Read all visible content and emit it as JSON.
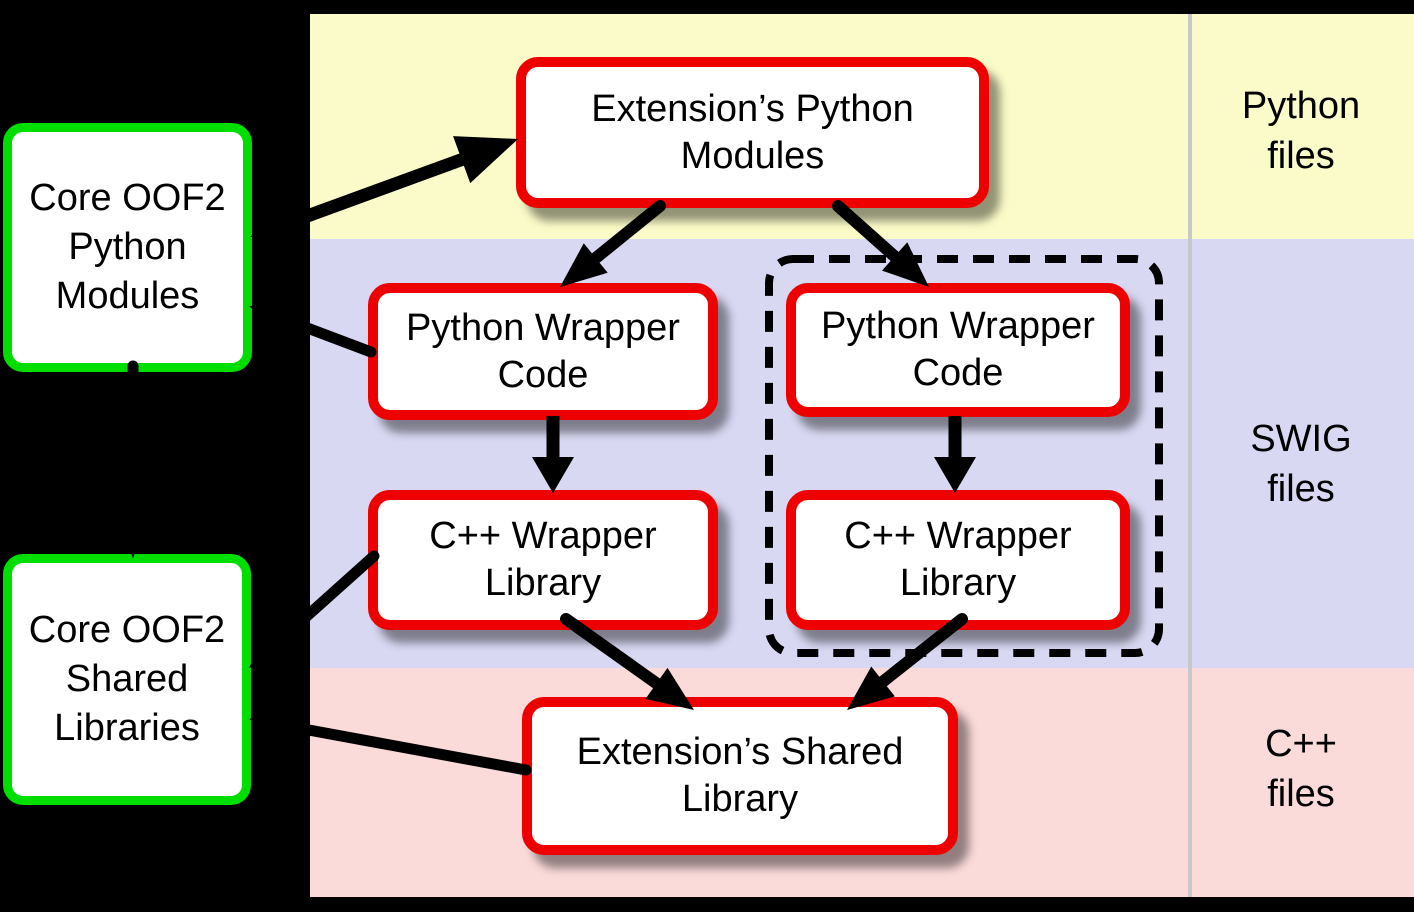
{
  "boxes": {
    "core_python": {
      "l1": "Core OOF2",
      "l2": "Python",
      "l3": "Modules"
    },
    "core_shared": {
      "l1": "Core OOF2",
      "l2": "Shared",
      "l3": "Libraries"
    },
    "ext_python": {
      "l1": "Extension’s Python",
      "l2": "Modules"
    },
    "py_wrap_left": {
      "l1": "Python Wrapper",
      "l2": "Code"
    },
    "py_wrap_right": {
      "l1": "Python Wrapper",
      "l2": "Code"
    },
    "cpp_wrap_left": {
      "l1": "C++ Wrapper",
      "l2": "Library"
    },
    "cpp_wrap_right": {
      "l1": "C++ Wrapper",
      "l2": "Library"
    },
    "ext_shared": {
      "l1": "Extension’s Shared",
      "l2": "Library"
    }
  },
  "band_labels": {
    "python": {
      "l1": "Python",
      "l2": "files"
    },
    "swig": {
      "l1": "SWIG",
      "l2": "files"
    },
    "cpp": {
      "l1": "C++",
      "l2": "files"
    }
  },
  "colors": {
    "background": "#000000",
    "python_band": "#FBFBC9",
    "swig_band": "#D8D8F2",
    "cpp_band": "#FBDADA",
    "core_border": "#00DE00",
    "extension_border": "#EE0000",
    "separator": "#C8C8C8",
    "arrow": "#000000"
  }
}
